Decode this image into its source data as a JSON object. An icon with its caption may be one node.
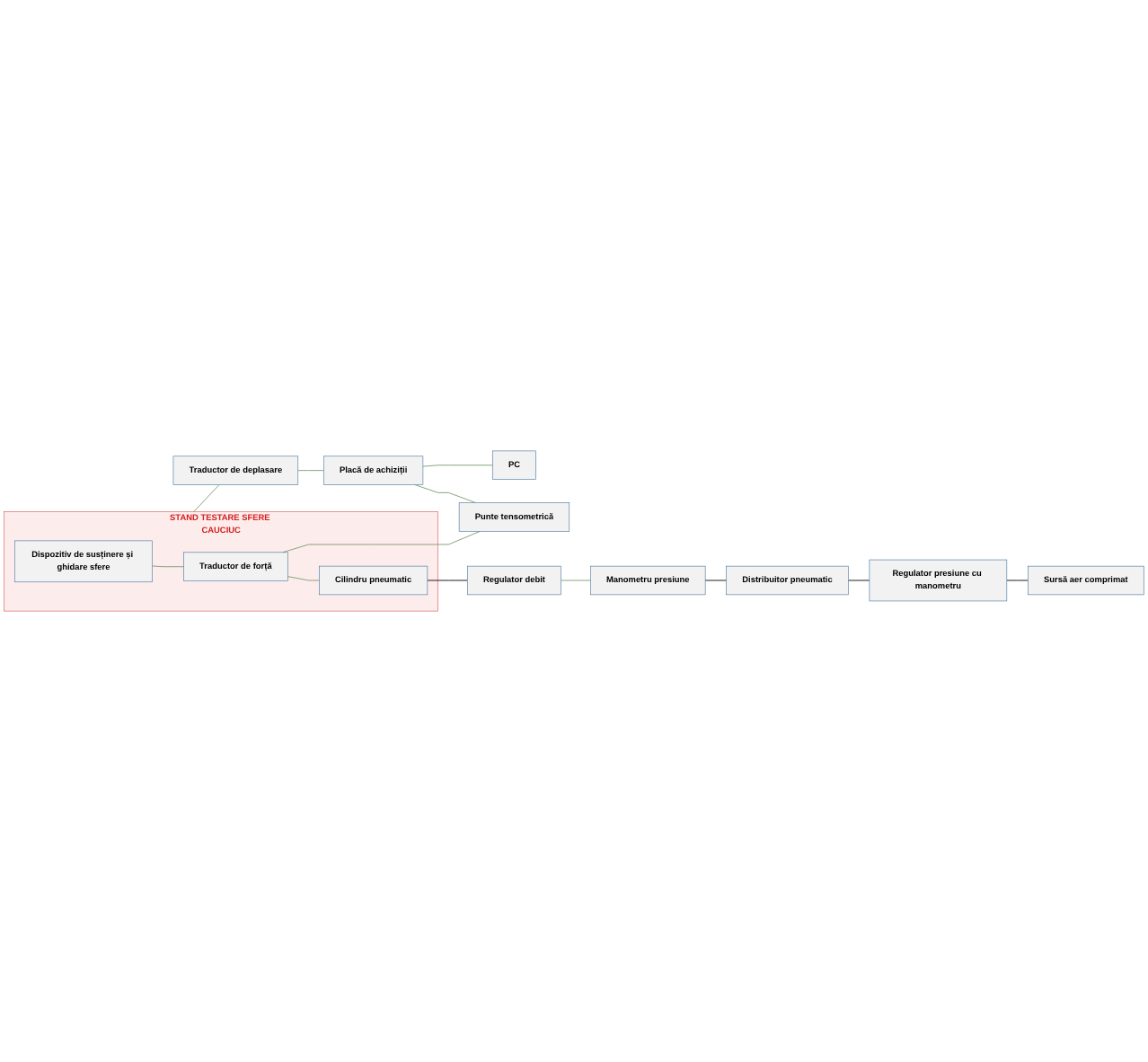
{
  "diagram": {
    "nodes": [
      {
        "text": [
          "STAND TESTARE SFERE CAUCIUC"
        ]
      },
      {
        "text": [
          "Dispozitiv de susținere și ghidare sfere"
        ],
        "in": 0
      },
      {
        "text": [
          "Traductor de forță"
        ],
        "in": 0
      },
      {
        "text": [
          "Cilindru pneumatic"
        ],
        "in": 0
      },
      {
        "text": [
          "Traductor de deplasare"
        ]
      },
      {
        "text": [
          "Placă de achiziții"
        ]
      },
      {
        "text": [
          "PC"
        ]
      },
      {
        "text": [
          "Punte tensometrică"
        ]
      },
      {
        "text": [
          "Regulator debit"
        ]
      },
      {
        "text": [
          "Manometru presiune"
        ]
      },
      {
        "text": [
          "Distribuitor pneumatic"
        ]
      },
      {
        "text": [
          "Regulator presiune cu manometru"
        ]
      },
      {
        "text": [
          "Sursă aer comprimat"
        ]
      }
    ],
    "edges": [
      {
        "from": 0,
        "to": 4,
        "arrow": "none"
      },
      {
        "from": 4,
        "to": 5,
        "arrow": "none"
      },
      {
        "from": 5,
        "to": 6,
        "arrow": "none"
      },
      {
        "from": 5,
        "to": 7,
        "arrow": "none"
      },
      {
        "from": 1,
        "to": 2,
        "arrow": "none"
      },
      {
        "from": 2,
        "to": 7,
        "arrow": "none"
      },
      {
        "from": 2,
        "to": 3,
        "arrow": "none"
      },
      {
        "from": 3,
        "to": 8,
        "arrow": "none",
        "color": "#000000"
      },
      {
        "from": 8,
        "to": 9,
        "arrow": "none"
      },
      {
        "from": 9,
        "to": 10,
        "arrow": "none",
        "color": "#000000"
      },
      {
        "from": 10,
        "to": 11,
        "arrow": "none",
        "color": "#000000"
      },
      {
        "from": 11,
        "to": 12,
        "arrow": "none",
        "color": "#000000"
      }
    ]
  }
}
